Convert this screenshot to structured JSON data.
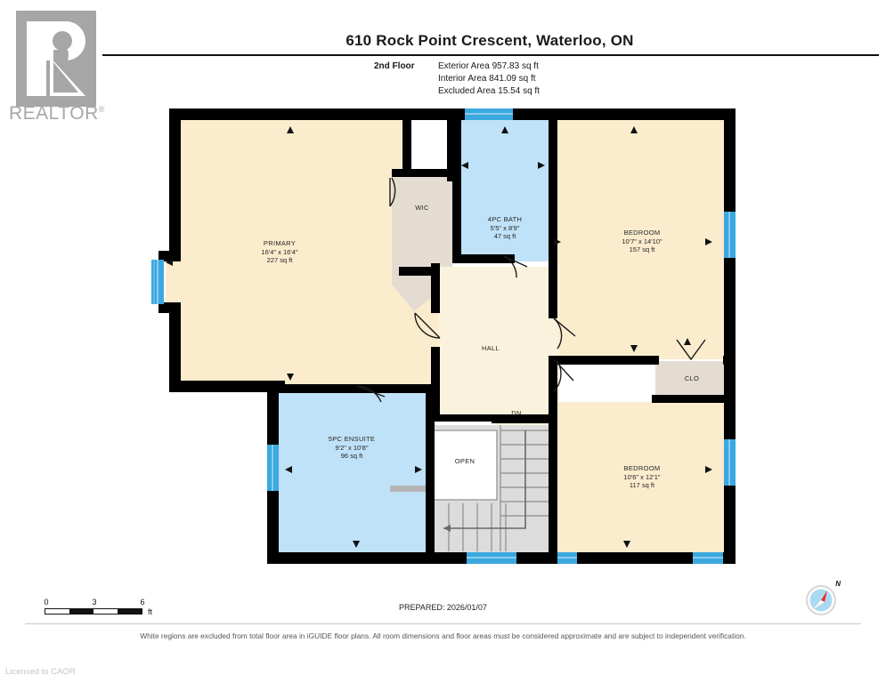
{
  "logo": {
    "brand": "REALTOR",
    "registered_mark": "®",
    "mark_icon": "realtor-r-icon"
  },
  "header": {
    "title": "610 Rock Point Crescent, Waterloo, ON",
    "floor_label": "2nd Floor",
    "areas": [
      "Exterior Area 957.83 sq ft",
      "Interior Area 841.09 sq ft",
      "Excluded Area 15.54 sq ft"
    ]
  },
  "rooms": [
    {
      "key": "primary",
      "name": "PRIMARY",
      "dims": "16'4\" x 16'4\"",
      "area": "227 sq ft",
      "fill": "#fbeccd"
    },
    {
      "key": "wic",
      "name": "WIC",
      "dims": "",
      "area": "",
      "fill": "#e4dcd0"
    },
    {
      "key": "bath4pc",
      "name": "4PC BATH",
      "dims": "5'5\" x 8'9\"",
      "area": "47 sq ft",
      "fill": "#bfe2f8"
    },
    {
      "key": "bedroom1",
      "name": "BEDROOM",
      "dims": "10'7\" x 14'10\"",
      "area": "157 sq ft",
      "fill": "#fbeccd"
    },
    {
      "key": "hall",
      "name": "HALL",
      "dims": "",
      "area": "",
      "fill": "#fbf2dd"
    },
    {
      "key": "clo",
      "name": "CLO",
      "dims": "",
      "area": "",
      "fill": "#e4dcd0"
    },
    {
      "key": "ensuite",
      "name": "5PC ENSUITE",
      "dims": "9'2\" x 10'8\"",
      "area": "96 sq ft",
      "fill": "#bfe2f8"
    },
    {
      "key": "bedroom2",
      "name": "BEDROOM",
      "dims": "10'6\" x 12'1\"",
      "area": "117 sq ft",
      "fill": "#fbeccd"
    },
    {
      "key": "open",
      "name": "OPEN",
      "dims": "",
      "area": "",
      "fill": "#ffffff"
    }
  ],
  "markers": {
    "stairs_down": "DN"
  },
  "scale": {
    "ticks": [
      "0",
      "3",
      "6"
    ],
    "unit": "ft"
  },
  "compass": {
    "north_label": "N",
    "icon": "compass-rose-icon"
  },
  "footer": {
    "prepared": "PREPARED: 2026/01/07",
    "disclaimer": "White regions are excluded from total floor area in iGUIDE floor plans. All room dimensions and floor areas must be considered approximate and are subject to independent verification.",
    "licensed": "Licensed to CAOR"
  },
  "colors": {
    "wall": "#000000",
    "window": "#3aa9e0",
    "room_warm": "#fbeccd",
    "room_hall": "#fbf2dd",
    "room_bath": "#bfe2f8",
    "room_closet": "#e4dcd0",
    "stairs": "#dcdcdc",
    "excluded": "#ffffff"
  }
}
